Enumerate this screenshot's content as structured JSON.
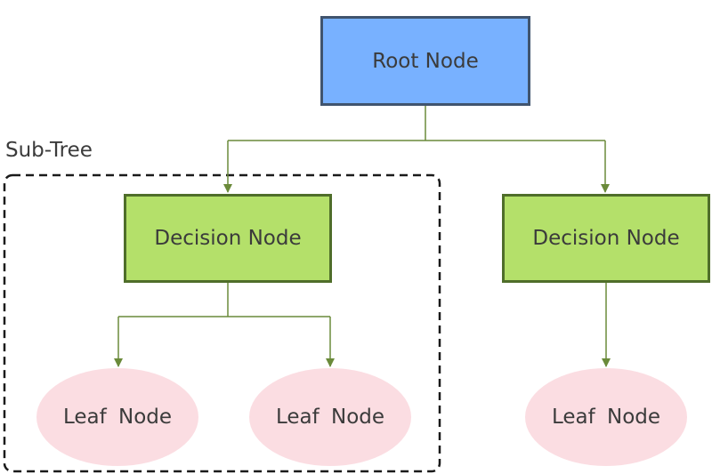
{
  "diagram": {
    "root": {
      "label": "Root Node"
    },
    "subtree": {
      "label": "Sub-Tree"
    },
    "decision_left": {
      "label": "Decision Node"
    },
    "decision_right": {
      "label": "Decision Node"
    },
    "leaves": [
      {
        "label": "Leaf Node"
      },
      {
        "label": "Leaf Node"
      },
      {
        "label": "Leaf Node"
      }
    ],
    "colors": {
      "root_fill": "#78b1ff",
      "root_border": "#40546e",
      "decision_fill": "#b4e06a",
      "decision_border": "#4f6e2a",
      "leaf_fill": "#fbdde2",
      "connector": "#6a8a3a",
      "subtree_border": "#1a1a1a"
    },
    "edges": [
      {
        "from": "Root Node",
        "to": "Decision Node (left)"
      },
      {
        "from": "Root Node",
        "to": "Decision Node (right)"
      },
      {
        "from": "Decision Node (left)",
        "to": "Leaf Node 1"
      },
      {
        "from": "Decision Node (left)",
        "to": "Leaf Node 2"
      },
      {
        "from": "Decision Node (right)",
        "to": "Leaf Node 3"
      }
    ]
  }
}
